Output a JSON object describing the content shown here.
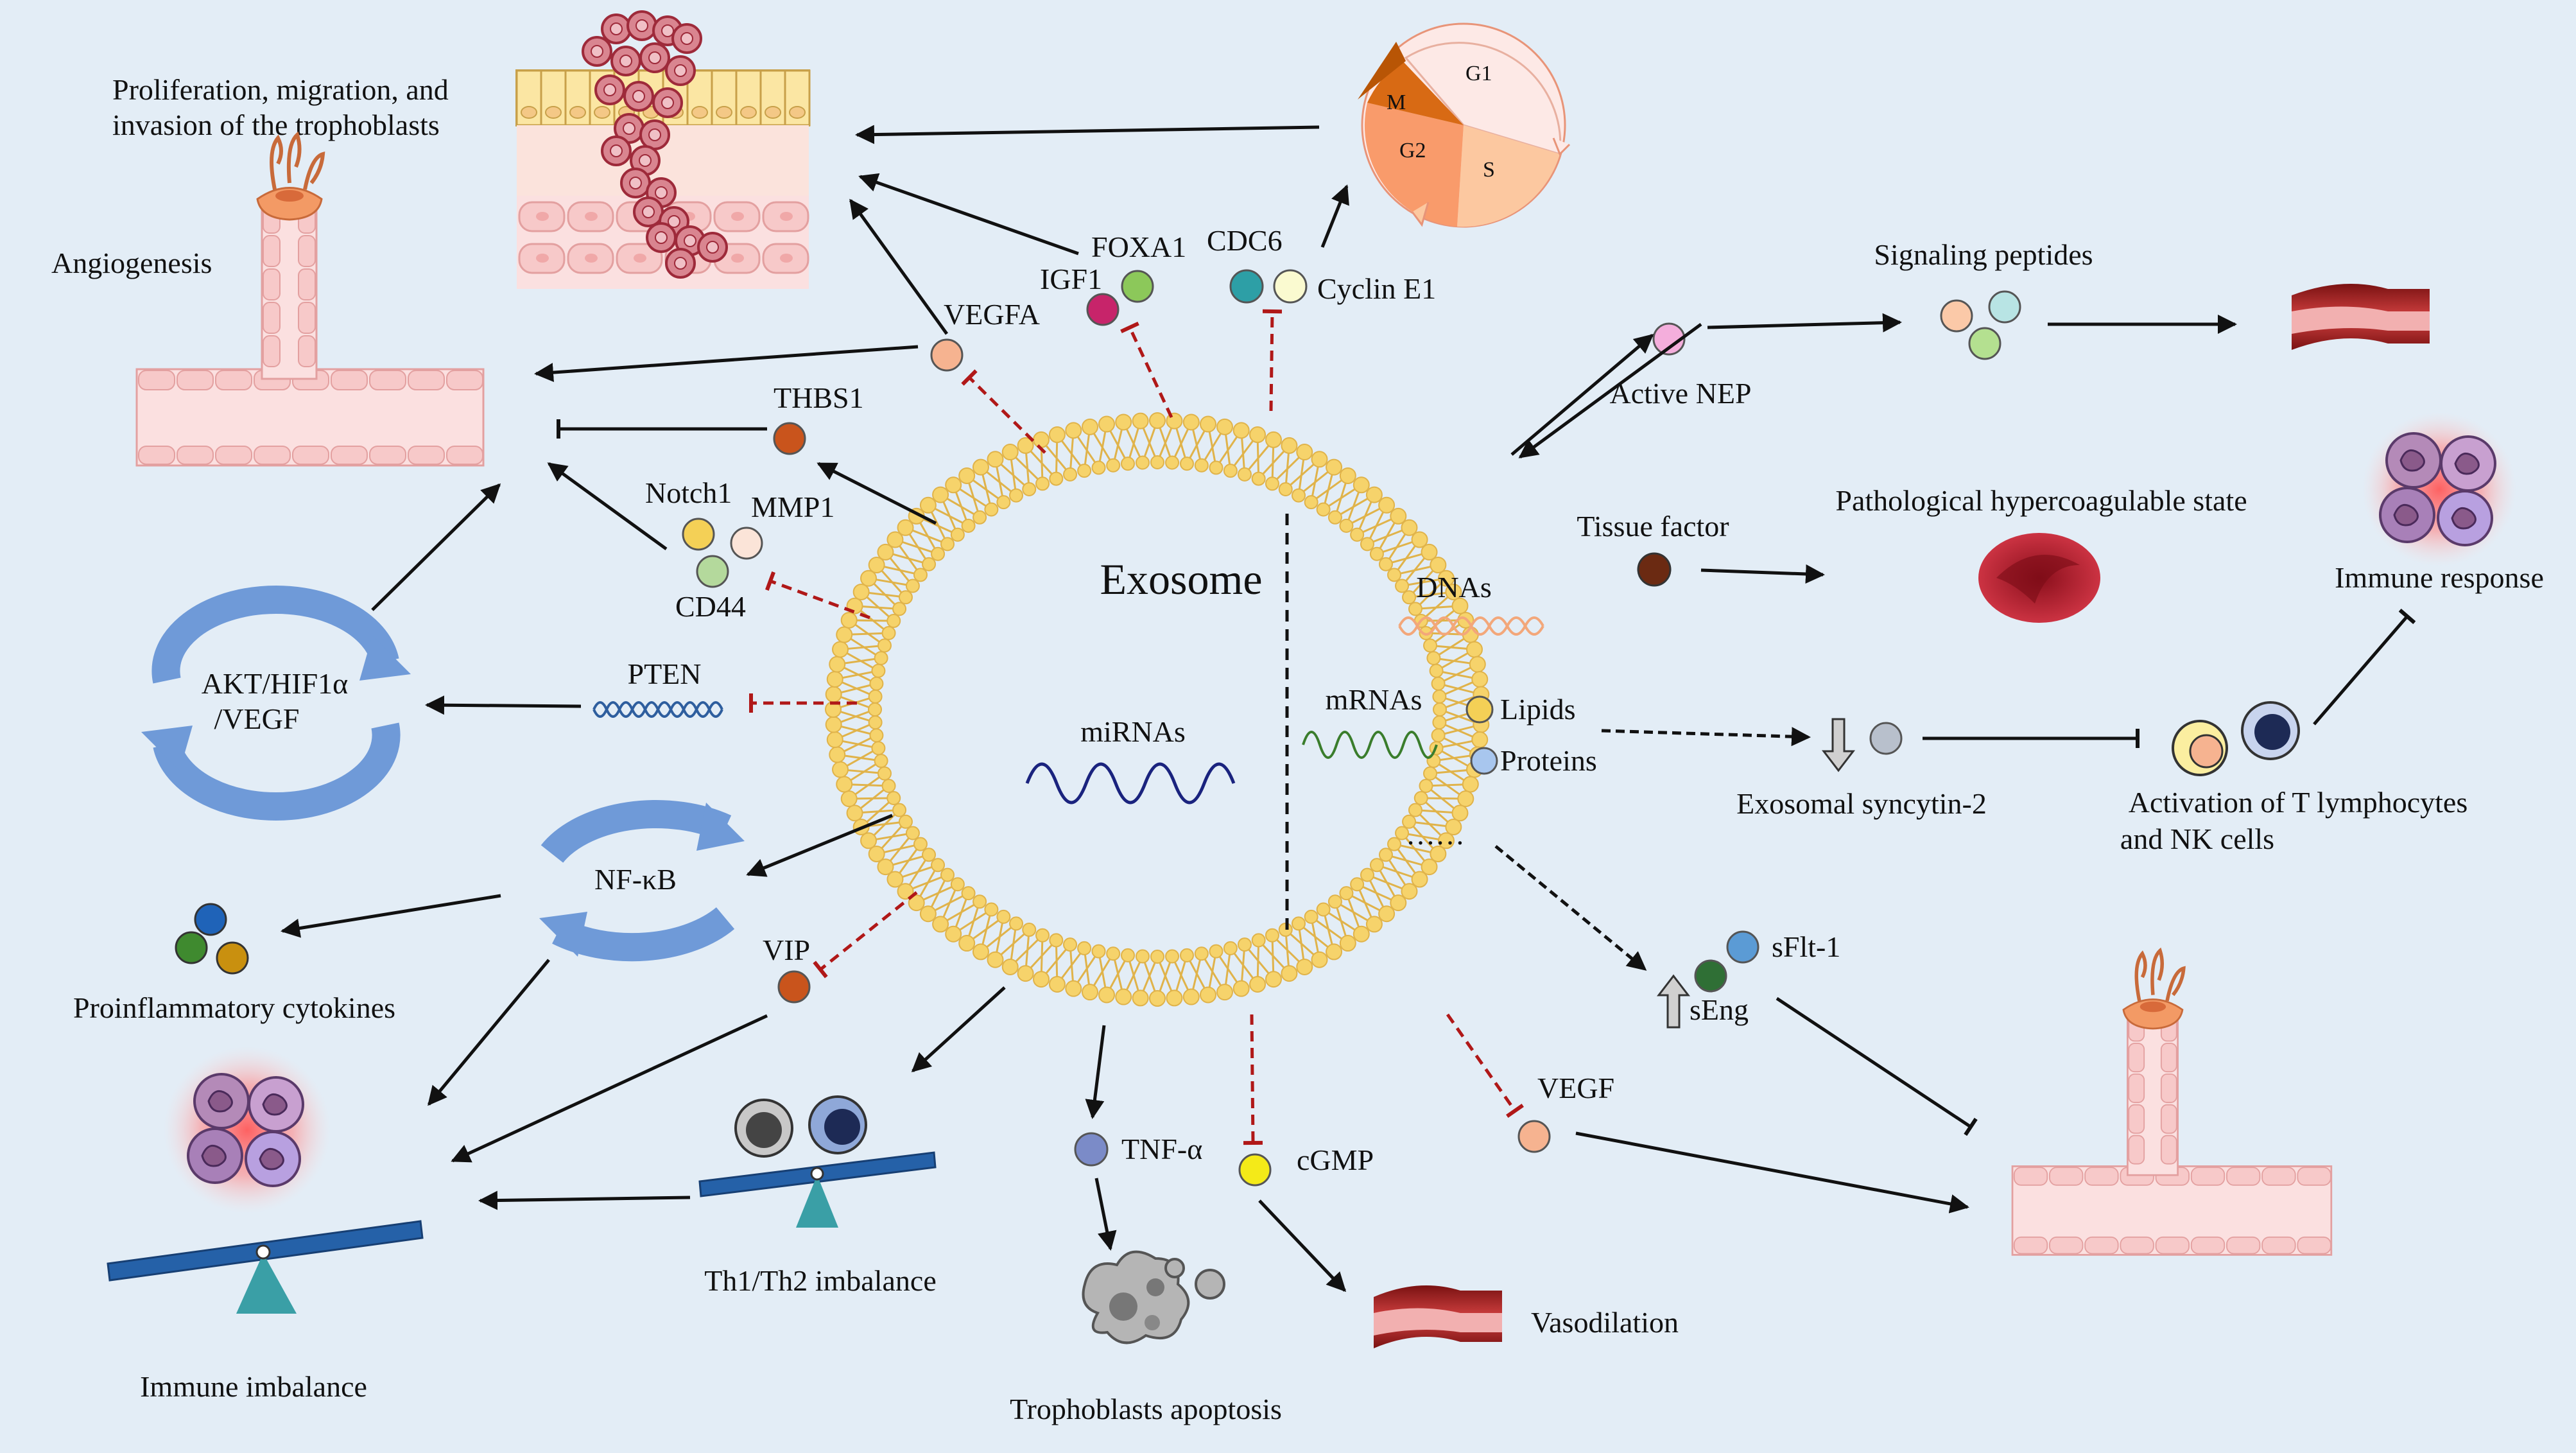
{
  "labels": {
    "exosome": "Exosome",
    "proliferation_line1": "Proliferation, migration, and",
    "proliferation_line2": "invasion of the trophoblasts",
    "angiogenesis": "Angiogenesis",
    "akt_line1": "AKT/HIF1α",
    "akt_line2": "/VEGF",
    "nfkb": "NF-κB",
    "proinflammatory": "Proinflammatory cytokines",
    "immune_imbalance": "Immune imbalance",
    "th_imbalance": "Th1/Th2 imbalance",
    "trophoblasts_apoptosis": "Trophoblasts apoptosis",
    "vasodilation": "Vasodilation",
    "vegfa": "VEGFA",
    "igf1": "IGF1",
    "foxa1": "FOXA1",
    "cdc6": "CDC6",
    "cyclin_e1": "Cyclin E1",
    "thbs1": "THBS1",
    "notch1": "Notch1",
    "mmp1": "MMP1",
    "cd44": "CD44",
    "pten": "PTEN",
    "vip": "VIP",
    "tnf": "TNF-α",
    "cgmp": "cGMP",
    "vegf": "VEGF",
    "active_nep": "Active NEP",
    "signaling_peptides": "Signaling peptides",
    "tissue_factor": "Tissue factor",
    "hypercoagulable": "Pathological hypercoagulable state",
    "immune_response": "Immune response",
    "dnas": "DNAs",
    "mirnas": "miRNAs",
    "mrnas": "mRNAs",
    "lipids": "Lipids",
    "proteins": "Proteins",
    "ellipsis": "……",
    "exosomal_syncytin": "Exosomal  syncytin-2",
    "activation_line1": "Activation of T lymphocytes",
    "activation_line2": "and NK cells",
    "sflt1": "sFlt-1",
    "seng": "sEng",
    "cycle_g1": "G1",
    "cycle_s": "S",
    "cycle_g2": "G2",
    "cycle_m": "M"
  },
  "colors": {
    "background": "#e3edf6",
    "membrane": "#f6d36b",
    "arrow": "#111111",
    "inhibition_dashed": "#b01818",
    "cycle_arrow": "#6f9ad8",
    "vessel": "#f7d3d3",
    "cell_outline": "#e3a0a0",
    "trophoblast": "#c9545f",
    "vegfa": "#f6b390",
    "igf1": "#c7246a",
    "foxa1": "#8cc85a",
    "cdc6": "#2d9fa6",
    "cyclin_e1": "#fafad0",
    "thbs1": "#c9541c",
    "notch1": "#f4d056",
    "mmp1": "#fbe4d8",
    "cd44": "#b4d99c",
    "vip": "#c9541c",
    "tnf": "#7b8bc8",
    "cgmp": "#f4ea18",
    "vegf": "#f6b390",
    "active_nep": "#f4aedc",
    "tissue_factor": "#6b2a12",
    "syncytin": "#b8c0cc",
    "sflt1": "#5b9bd5",
    "seng": "#2f6f35",
    "lipids": "#f4d056",
    "proteins": "#a8c6ee",
    "dna_strand": "#f3a77a",
    "mirna_strand": "#1a237e",
    "mrna_strand": "#3a7d2c",
    "pten_strand": "#2e5e9e"
  },
  "icons": [
    "cell-cycle-icon",
    "trophoblast-tissue-icon",
    "vessel-icon",
    "blood-vessel-icon",
    "red-blood-cell-icon",
    "immune-cells-icon",
    "balance-scale-icon",
    "apoptotic-cell-icon",
    "lymphocyte-icon"
  ]
}
